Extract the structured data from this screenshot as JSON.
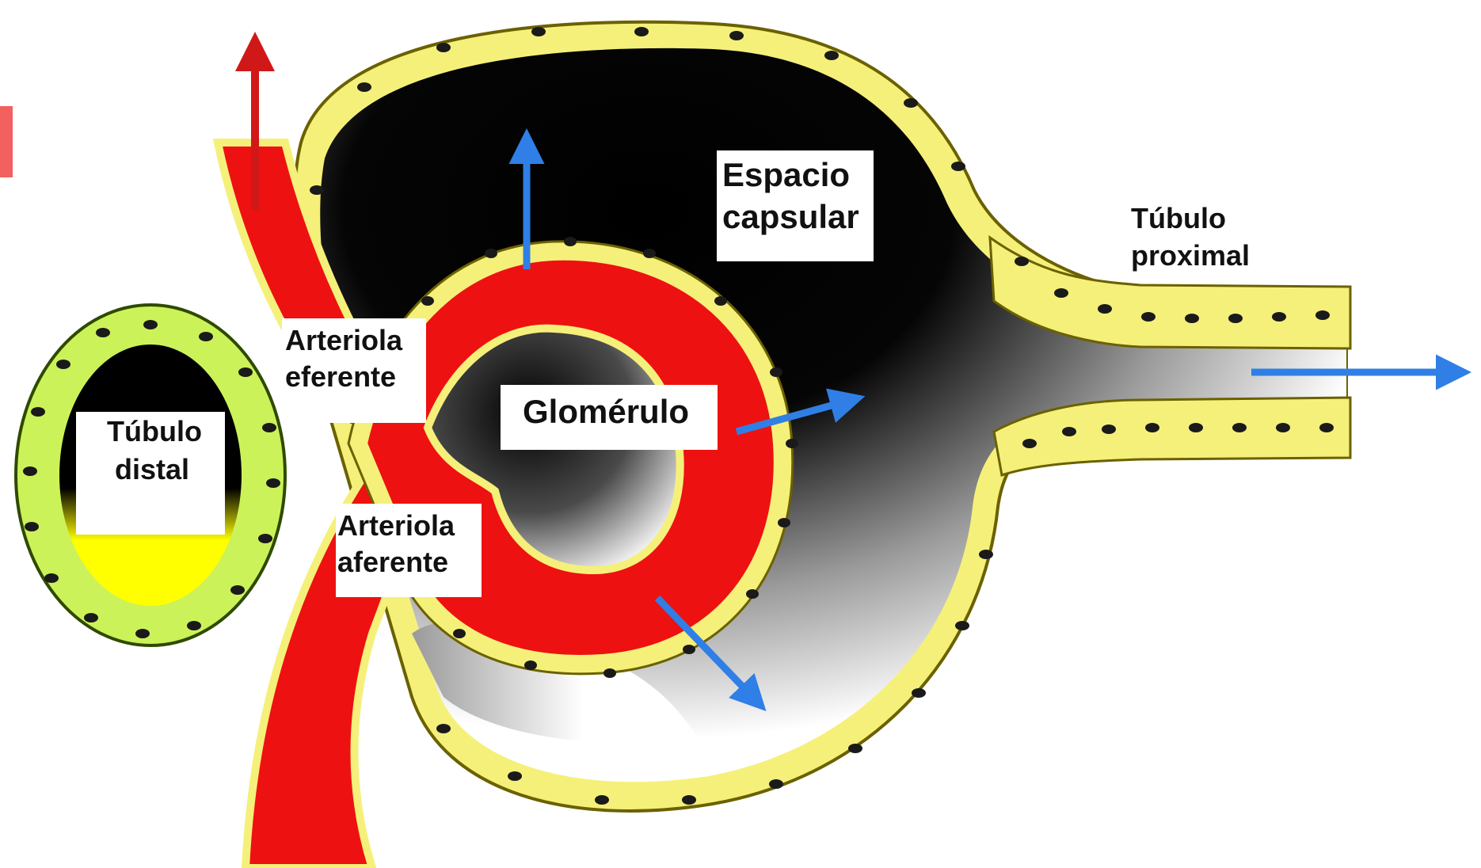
{
  "labels": {
    "espacio_capsular": [
      "Espacio",
      "capsular"
    ],
    "tubulo_proximal": [
      "Túbulo",
      "proximal"
    ],
    "arteriola_eferente": [
      "Arteriola",
      "eferente"
    ],
    "arteriola_aferente": [
      "Arteriola",
      "aferente"
    ],
    "glomerulo": "Glomérulo",
    "tubulo_distal": [
      "Túbulo",
      "distal"
    ]
  },
  "colors": {
    "blood": "#ee1111",
    "epithelium": "#f5f07a",
    "distal_epithelium": "#ccf25a",
    "nucleus": "#1a1a1a",
    "filtrate_arrow": "#2f7fe6",
    "efferent_arrow": "#d01818",
    "capsular_space_dark": "#000000",
    "capsular_space_light": "#ffffff"
  }
}
